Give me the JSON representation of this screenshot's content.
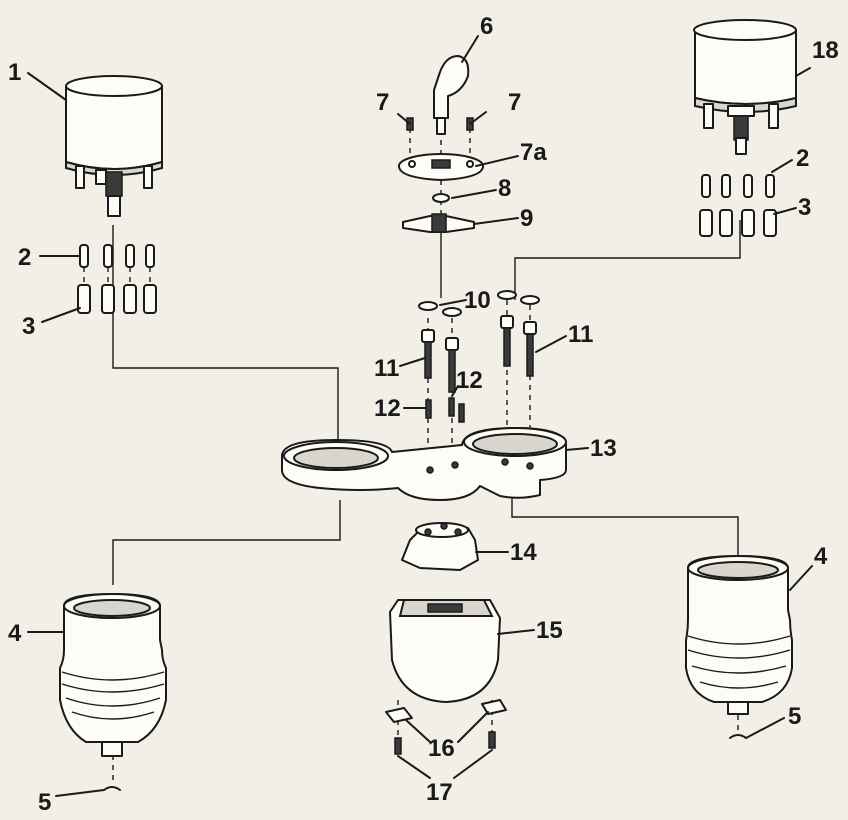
{
  "colors": {
    "paper": "#f2efe6",
    "ink": "#1a1a1a",
    "part_fill": "#fdfcf7",
    "shade": "#d9d6ce"
  },
  "callouts": {
    "c1": "1",
    "c2_left": "2",
    "c3_left": "3",
    "c4_left": "4",
    "c5_left": "5",
    "c6": "6",
    "c7_left": "7",
    "c7_right": "7",
    "c7a": "7a",
    "c8": "8",
    "c9": "9",
    "c10": "10",
    "c11_left": "11",
    "c11_right": "11",
    "c12_upper": "12",
    "c12_lower": "12",
    "c13": "13",
    "c14": "14",
    "c15": "15",
    "c16": "16",
    "c17": "17",
    "c18": "18",
    "c2_right": "2",
    "c3_right": "3",
    "c4_right": "4",
    "c5_right": "5"
  }
}
